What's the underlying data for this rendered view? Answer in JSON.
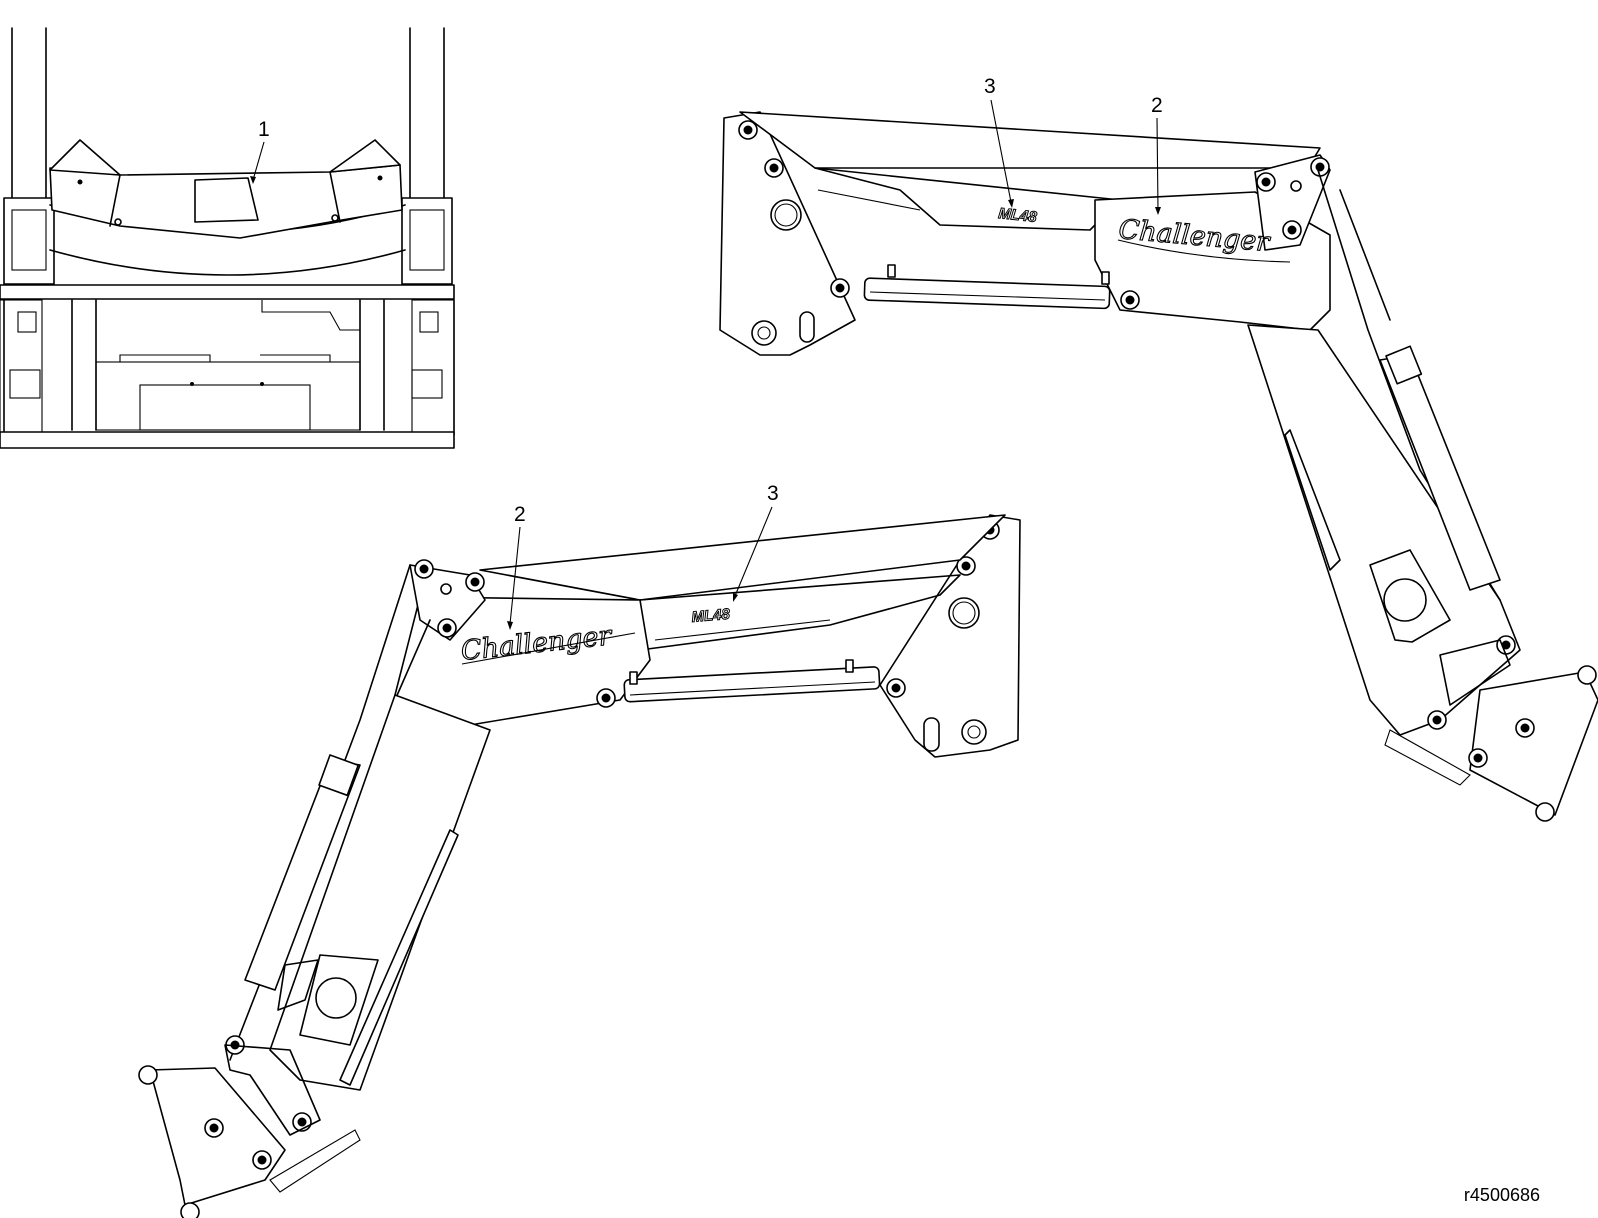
{
  "callouts": {
    "front_decal": "1",
    "right_arm_ml48": "3",
    "right_arm_brand": "2",
    "left_arm_brand": "2",
    "left_arm_ml48": "3"
  },
  "decals": {
    "model": "ML48",
    "brand": "Challenger"
  },
  "reference_code": "r4500686"
}
